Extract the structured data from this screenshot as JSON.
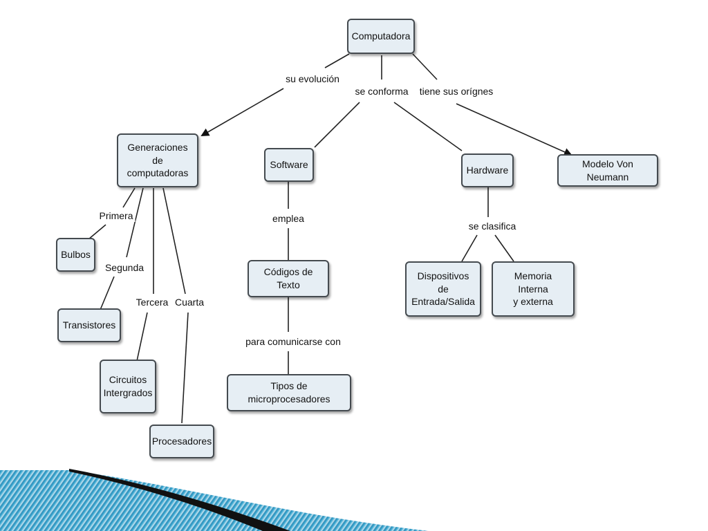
{
  "nodes": {
    "computadora": "Computadora",
    "generaciones": "Generaciones de\ncomputadoras",
    "software": "Software",
    "hardware": "Hardware",
    "von_neumann": "Modelo Von Neumann",
    "bulbos": "Bulbos",
    "transistores": "Transistores",
    "circuitos": "Circuitos\nIntergrados",
    "procesadores": "Procesadores",
    "codigos": "Códigos de Texto",
    "tipos_micro": "Tipos de microprocesadores",
    "dispositivos": "Dispositivos de\nEntrada/Salida",
    "memoria": "Memoria Interna\ny externa"
  },
  "links": {
    "su_evolucion": "su evolución",
    "se_conforma": "se conforma",
    "tiene_origenes": "tiene sus orígnes",
    "primera": "Primera",
    "segunda": "Segunda",
    "tercera": "Tercera",
    "cuarta": "Cuarta",
    "emplea": "emplea",
    "para_comunicarse": "para comunicarse con",
    "se_clasifica": "se clasifica"
  },
  "colors": {
    "node_fill": "#e6eef4",
    "node_border": "#444a4f",
    "line": "#222222",
    "footer_dark": "#111111",
    "footer_blue": "#2a8fb8"
  }
}
